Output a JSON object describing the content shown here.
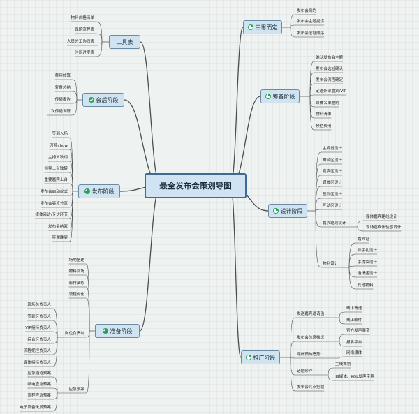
{
  "center": "最全发布会策划导图",
  "colors": {
    "line": "#4a4e52",
    "topic_fill": "#cfe3f1",
    "topic_border": "#6d8aa3",
    "center_fill": "#cfe3f3",
    "center_border": "#3f6b93",
    "status_green": "#2aa05a"
  },
  "branches": [
    {
      "id": "sansi",
      "label": "三思而定",
      "icon": "progress-pie-icon",
      "progress": 0.25,
      "children": [
        "发布会目的",
        "发布会主题提炼",
        "发布会选址顺序"
      ]
    },
    {
      "id": "choubei",
      "label": "筹备阶段",
      "icon": "progress-pie-icon",
      "progress": 0.25,
      "children": [
        "确认发布会主题",
        "发布会选址确认",
        "发布会流程确定",
        "定邀外部嘉宾/VIP",
        "媒体名单邀约",
        "物料清单",
        "预估费用"
      ]
    },
    {
      "id": "sheji",
      "label": "设计阶段",
      "icon": "progress-pie-icon",
      "progress": 0.25,
      "children": [
        {
          "label": "主视觉设计"
        },
        {
          "label": "舞台区设计"
        },
        {
          "label": "嘉宾区设计"
        },
        {
          "label": "媒体区设计"
        },
        {
          "label": "签到区设计"
        },
        {
          "label": "互动区设计"
        },
        {
          "label": "嘉宾路线设计",
          "children": [
            "媒体嘉宾路线设计",
            "现场嘉宾体验感设计"
          ]
        },
        {
          "label": "物料设计",
          "children": [
            "嘉宾证",
            "伴手礼设计",
            "手提袋设计",
            "邀请函设计",
            "其他物料"
          ]
        }
      ]
    },
    {
      "id": "tuiguang",
      "label": "推广阶段",
      "icon": "progress-pie-icon",
      "progress": 0.25,
      "children": [
        {
          "label": "发送嘉宾邀请函",
          "children": [
            "线下寄送",
            "线上邮件"
          ]
        },
        {
          "label": "发布会信息推送",
          "children": [
            "官方发声渠道",
            "报名平台"
          ]
        },
        {
          "label": "媒体预热造势",
          "children": [
            "网络媒体"
          ]
        },
        {
          "label": "话题炒作",
          "children": [
            "主线策划",
            "自媒体、KOL发声带量"
          ]
        },
        {
          "label": "发布会亮点挖掘"
        }
      ]
    },
    {
      "id": "gongju",
      "label": "工具表",
      "icon": "",
      "children": [
        "物料价格清单",
        "现场流程表",
        "人员分工协同表",
        "时间进度表"
      ]
    },
    {
      "id": "huihou",
      "label": "会后阶段",
      "icon": "check-circle-icon",
      "children": [
        "费用核算",
        "复盘总结",
        "传播报告",
        "二次传播发酵"
      ]
    },
    {
      "id": "fabu",
      "label": "发布阶段",
      "icon": "progress-pie-icon",
      "progress": 0.75,
      "children": [
        "签到入场",
        "开场show",
        "主持人致词",
        "领导上台致辞",
        "重要嘉宾上台",
        "发布会启动仪式",
        "发布会亮点分享",
        "媒体采访/专访环节",
        "发布会结束",
        "答谢晚宴"
      ]
    },
    {
      "id": "zhunbei",
      "label": "准备阶段",
      "icon": "progress-pie-icon",
      "progress": 0.75,
      "children": [
        {
          "label": "场地搭建"
        },
        {
          "label": "物料到场"
        },
        {
          "label": "彩排演练"
        },
        {
          "label": "流程优化"
        },
        {
          "label": "岗位负责制",
          "children": [
            "现场总负责人",
            "签到区负责人",
            "VIP接待负责人",
            "综合区负责人",
            "流程把控负责人",
            "媒体接待负责人"
          ]
        },
        {
          "label": "应急预案",
          "children": [
            "应急通道预案",
            "断电应急预案",
            "流程应急预案",
            "电子设备失灵预案"
          ]
        }
      ]
    }
  ]
}
